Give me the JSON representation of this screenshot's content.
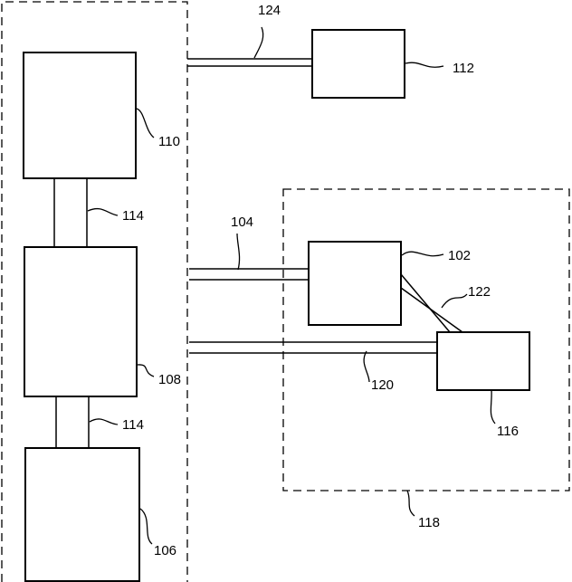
{
  "diagram": {
    "labels": {
      "n102": "102",
      "n104": "104",
      "n106": "106",
      "n108": "108",
      "n110": "110",
      "n112": "112",
      "n114_upper": "114",
      "n114_lower": "114",
      "n116": "116",
      "n118": "118",
      "n120": "120",
      "n122": "122",
      "n124": "124"
    },
    "colors": {
      "line": "#000000",
      "background": "#ffffff"
    }
  }
}
